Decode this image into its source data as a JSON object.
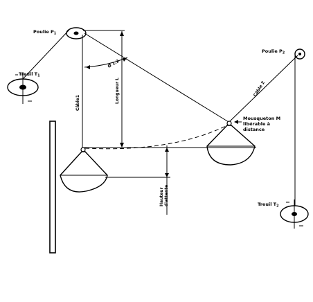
{
  "labels": {
    "poulie1": "Poulie P",
    "poulie1_sub": "1",
    "poulie2": "Poulie P",
    "poulie2_sub": "2",
    "treuil1": "Treuil T",
    "treuil1_sub": "1",
    "treuil2": "Treuil T",
    "treuil2_sub": "2",
    "cable1": "Câble1",
    "cable2": "Câble 2",
    "longueur": "Longueur L",
    "angle": "Ø 1.2",
    "mousqueton_line1": "Mousqueton M",
    "mousqueton_line2": "libérable à",
    "mousqueton_line3": "distance",
    "hauteur_line1": "Hauteur",
    "hauteur_line2": "d'attente"
  }
}
